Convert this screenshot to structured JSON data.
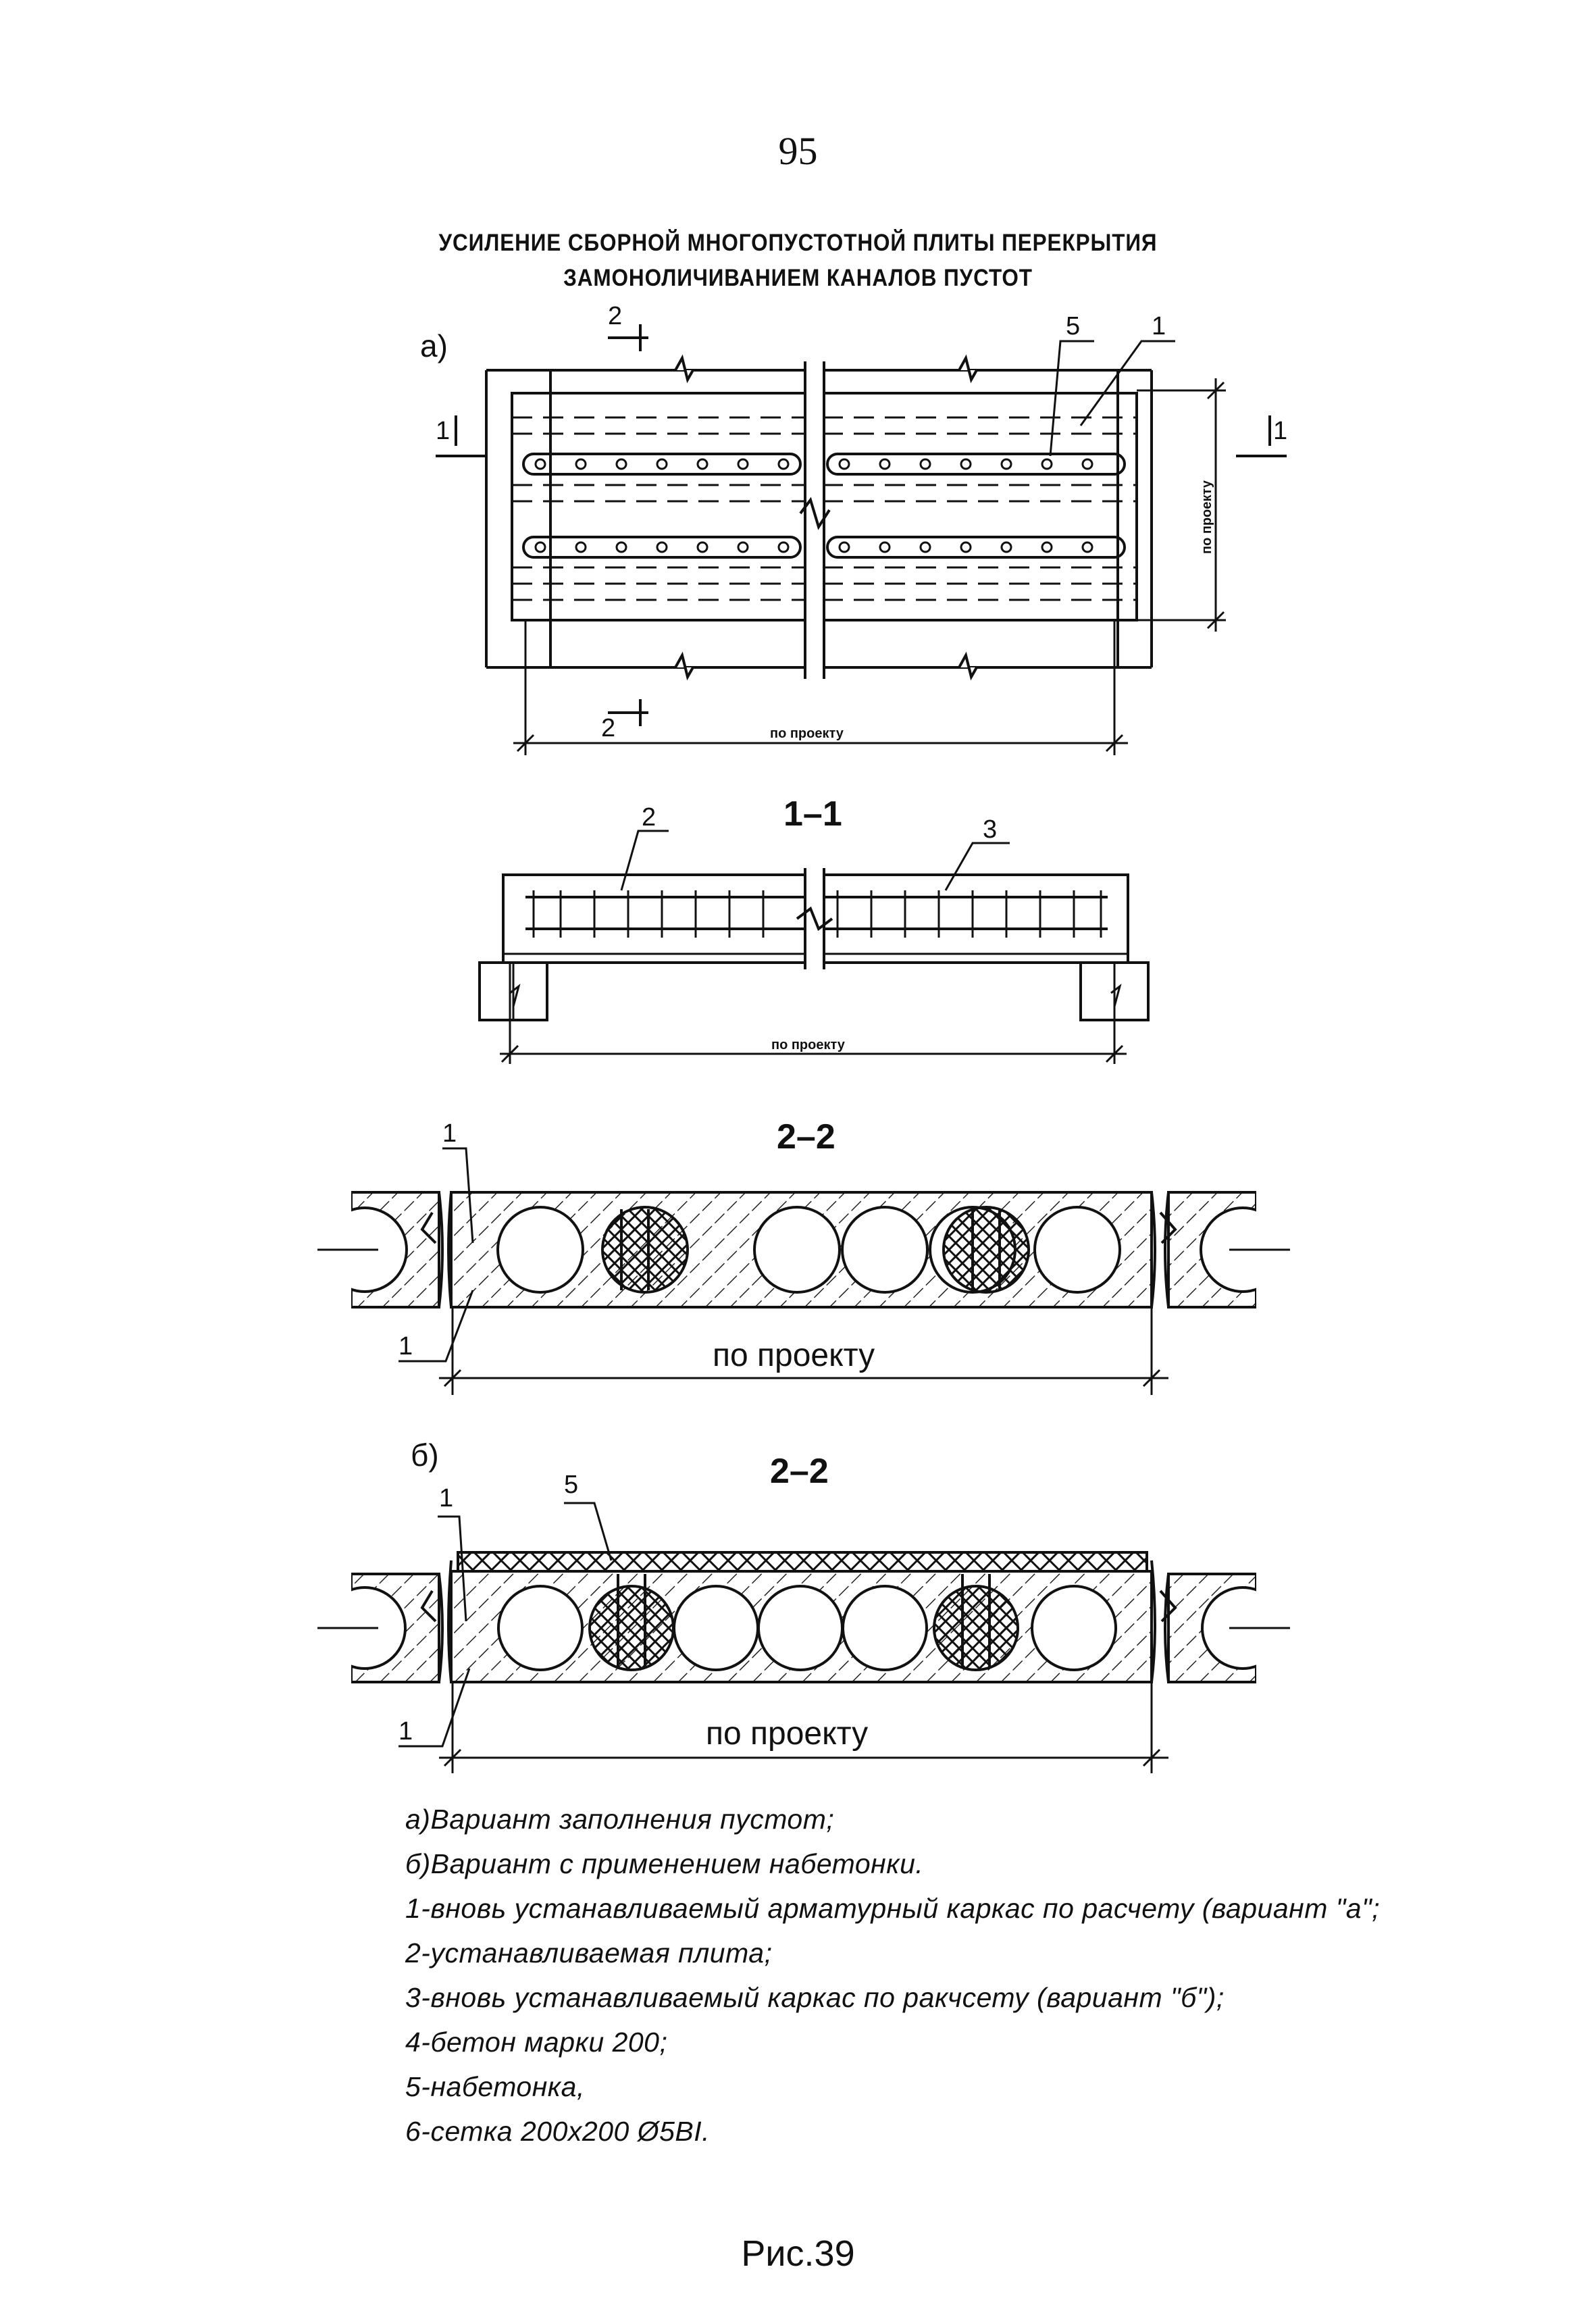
{
  "page": {
    "number": "95"
  },
  "title": {
    "line1": "УСИЛЕНИЕ СБОРНОЙ МНОГОПУСТОТНОЙ ПЛИТЫ ПЕРЕКРЫТИЯ",
    "line2": "ЗАМОНОЛИЧИВАНИЕМ КАНАЛОВ ПУСТОТ"
  },
  "plan": {
    "variant_label": "а)",
    "section_mark_2": "2",
    "section_mark_1": "1",
    "callout_5": "5",
    "callout_1": "1",
    "dim_side": "по проекту",
    "dim_bottom": "по проекту"
  },
  "section_1_1": {
    "title": "1–1",
    "callout_2": "2",
    "callout_3": "3",
    "dim_bottom": "по проекту"
  },
  "section_2_2_a": {
    "title": "2–2",
    "callout_top": "1",
    "callout_bottom": "1",
    "dim_bottom": "по проекту"
  },
  "section_2_2_b": {
    "variant_label": "б)",
    "title": "2–2",
    "callout_top": "1",
    "callout_5": "5",
    "callout_bottom": "1",
    "dim_bottom": "по проекту"
  },
  "legend": [
    "а)Вариант заполнения пустот;",
    "б)Вариант с применением набетонки.",
    "1-вновь устанавливаемый арматурный каркас по расчету (вариант \"а\";",
    "2-устанавливаемая плита;",
    "3-вновь устанавливаемый каркас по ракчсету (вариант \"б\");",
    "4-бетон марки 200;",
    "5-набетонка,",
    "6-сетка 200х200 Ø5BI."
  ],
  "figure_caption": "Рис.39"
}
